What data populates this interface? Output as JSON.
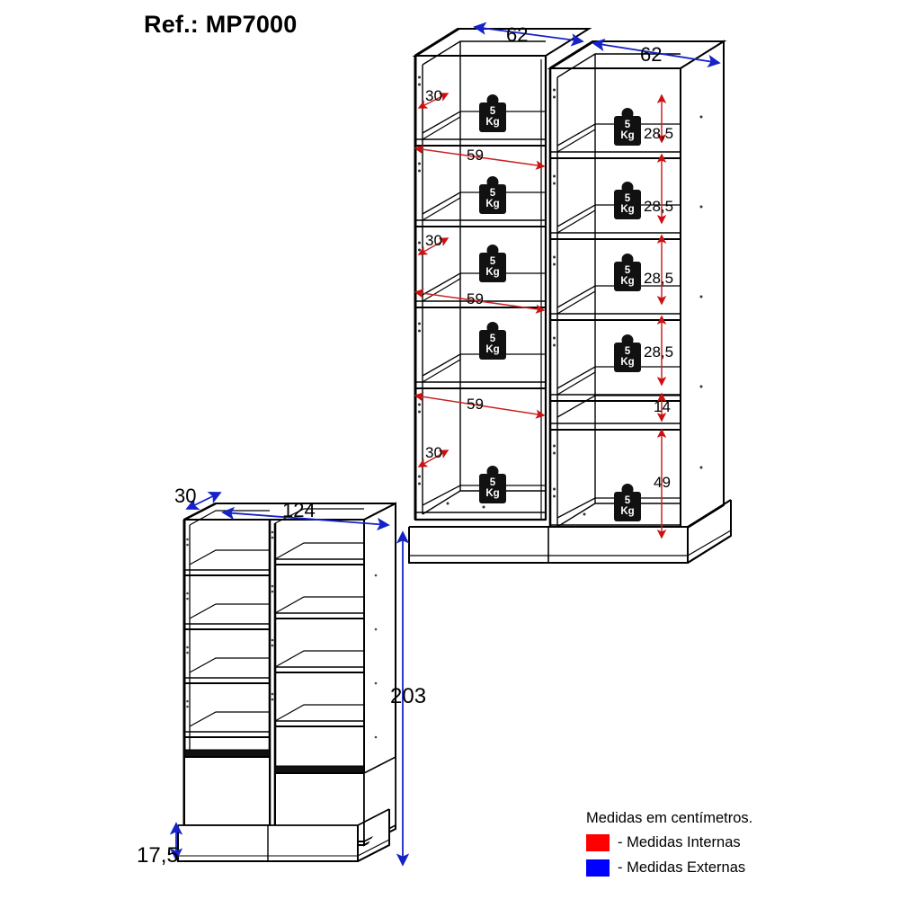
{
  "title": "Ref.: MP7000",
  "legend": {
    "units_note": "Medidas em centímetros.",
    "internal_label": "- Medidas Internas",
    "external_label": "- Medidas Externas",
    "internal_color": "#ff0000",
    "external_color": "#0000ff"
  },
  "open_view": {
    "name": "open-cabinet-isometric",
    "top_widths": [
      "62",
      "62"
    ],
    "left_column": {
      "depth_dims": [
        "30",
        "30",
        "30"
      ],
      "width_dims": [
        "59",
        "59",
        "59"
      ],
      "weights": [
        "5 Kg",
        "5 Kg",
        "5 Kg",
        "5 Kg",
        "5 Kg"
      ]
    },
    "right_column": {
      "height_dims": [
        "28,5",
        "28,5",
        "28,5",
        "28,5",
        "14",
        "49"
      ],
      "weights": [
        "5 Kg",
        "5 Kg",
        "5 Kg",
        "5 Kg",
        "5 Kg"
      ]
    },
    "weight_value": "5",
    "weight_unit": "Kg"
  },
  "closed_view": {
    "name": "closed-cabinet-isometric",
    "depth": "30",
    "width": "124",
    "height": "203",
    "plinth_height": "17,5"
  },
  "dimension_labels": [
    {
      "id": "top-left-62",
      "text": "62"
    },
    {
      "id": "top-right-62",
      "text": "62"
    },
    {
      "id": "left-depth-1",
      "text": "30"
    },
    {
      "id": "left-width-1",
      "text": "59"
    },
    {
      "id": "left-depth-2",
      "text": "30"
    },
    {
      "id": "left-width-2",
      "text": "59"
    },
    {
      "id": "left-width-3",
      "text": "59"
    },
    {
      "id": "left-depth-3",
      "text": "30"
    },
    {
      "id": "right-h-1",
      "text": "28,5"
    },
    {
      "id": "right-h-2",
      "text": "28,5"
    },
    {
      "id": "right-h-3",
      "text": "28,5"
    },
    {
      "id": "right-h-4",
      "text": "28,5"
    },
    {
      "id": "right-h-5",
      "text": "14"
    },
    {
      "id": "right-h-6",
      "text": "49"
    },
    {
      "id": "closed-depth",
      "text": "30"
    },
    {
      "id": "closed-width",
      "text": "124"
    },
    {
      "id": "closed-height",
      "text": "203"
    },
    {
      "id": "closed-plinth",
      "text": "17,5"
    }
  ]
}
